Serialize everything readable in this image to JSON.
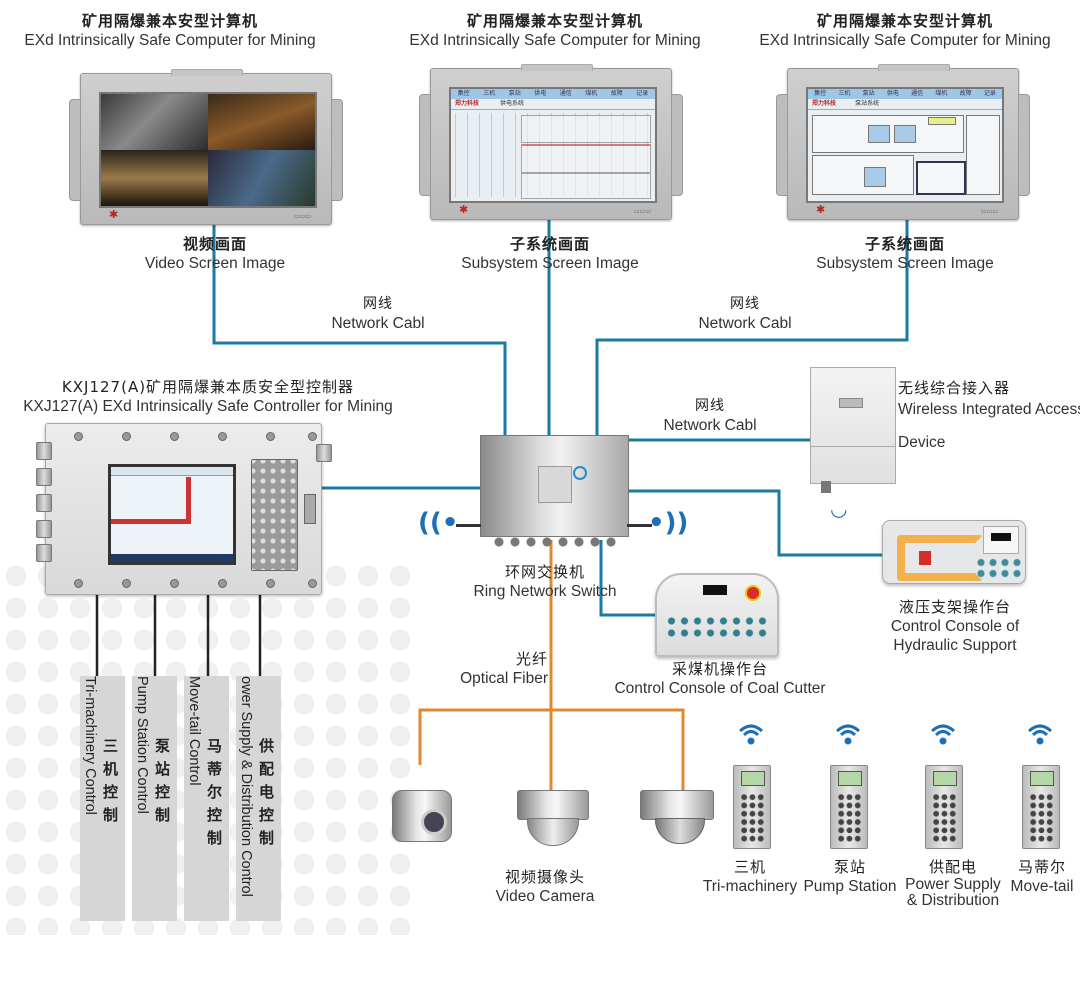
{
  "colors": {
    "network_cable": "#1a7aa3",
    "optical_fiber": "#e08a30",
    "control_wire": "#222222",
    "wifi": "#1d6fb8",
    "control_box": "#d6d6d6"
  },
  "computers": [
    {
      "title_cn": "矿用隔爆兼本安型计算机",
      "title_en": "EXd Intrinsically Safe Computer for Mining",
      "screen_cn": "视频画面",
      "screen_en": "Video Screen Image",
      "screen_type": "video-quad"
    },
    {
      "title_cn": "矿用隔爆兼本安型计算机",
      "title_en": "EXd Intrinsically Safe Computer for Mining",
      "screen_cn": "子系统画面",
      "screen_en": "Subsystem Screen Image",
      "screen_type": "power-distribution"
    },
    {
      "title_cn": "矿用隔爆兼本安型计算机",
      "title_en": "EXd Intrinsically Safe Computer for Mining",
      "screen_cn": "子系统画面",
      "screen_en": "Subsystem Screen Image",
      "screen_type": "pump-station"
    }
  ],
  "screen_ui": {
    "menu": [
      "集控",
      "三机",
      "泵站",
      "供电",
      "通信",
      "煤机",
      "故障",
      "记录"
    ],
    "brand": "郑力科技",
    "screen2_title": "供电系统",
    "screen3_title": "泵站系统"
  },
  "cables": [
    {
      "cn": "网线",
      "en": "Network Cabl"
    },
    {
      "cn": "网线",
      "en": "Network Cabl"
    },
    {
      "cn": "网线",
      "en": "Network Cabl"
    }
  ],
  "controller": {
    "title_cn": "KXJ127(A)矿用隔爆兼本质安全型控制器",
    "title_en": "KXJ127(A) EXd Intrinsically Safe Controller for Mining"
  },
  "switch": {
    "cn": "环网交换机",
    "en": "Ring Network Switch"
  },
  "wireless_access": {
    "cn": "无线综合接入器",
    "en_line1": "Wireless Integrated Access",
    "en_line2": "Device"
  },
  "hydraulic_console": {
    "cn": "液压支架操作台",
    "en_line1": "Control Console of",
    "en_line2": "Hydraulic Support"
  },
  "coal_cutter_console": {
    "cn": "采煤机操作台",
    "en": "Control Console of Coal Cutter"
  },
  "optical_fiber": {
    "cn": "光纤",
    "en": "Optical Fiber"
  },
  "video_camera": {
    "cn": "视频摄像头",
    "en": "Video Camera"
  },
  "control_boxes": [
    {
      "cn": "三机控制",
      "en": "Tri-machinery Control"
    },
    {
      "cn": "泵站控制",
      "en": "Pump Station Control"
    },
    {
      "cn": "马蒂尔控制",
      "en": "Move-tail Control"
    },
    {
      "cn": "供配电控制",
      "en": "ower Supply & Distribution Control"
    }
  ],
  "handhelds": [
    {
      "cn": "三机",
      "en": "Tri-machinery",
      "en2": ""
    },
    {
      "cn": "泵站",
      "en": "Pump Station",
      "en2": ""
    },
    {
      "cn": "供配电",
      "en": "Power Supply",
      "en2": "& Distribution"
    },
    {
      "cn": "马蒂尔",
      "en": "Move-tail",
      "en2": ""
    }
  ]
}
